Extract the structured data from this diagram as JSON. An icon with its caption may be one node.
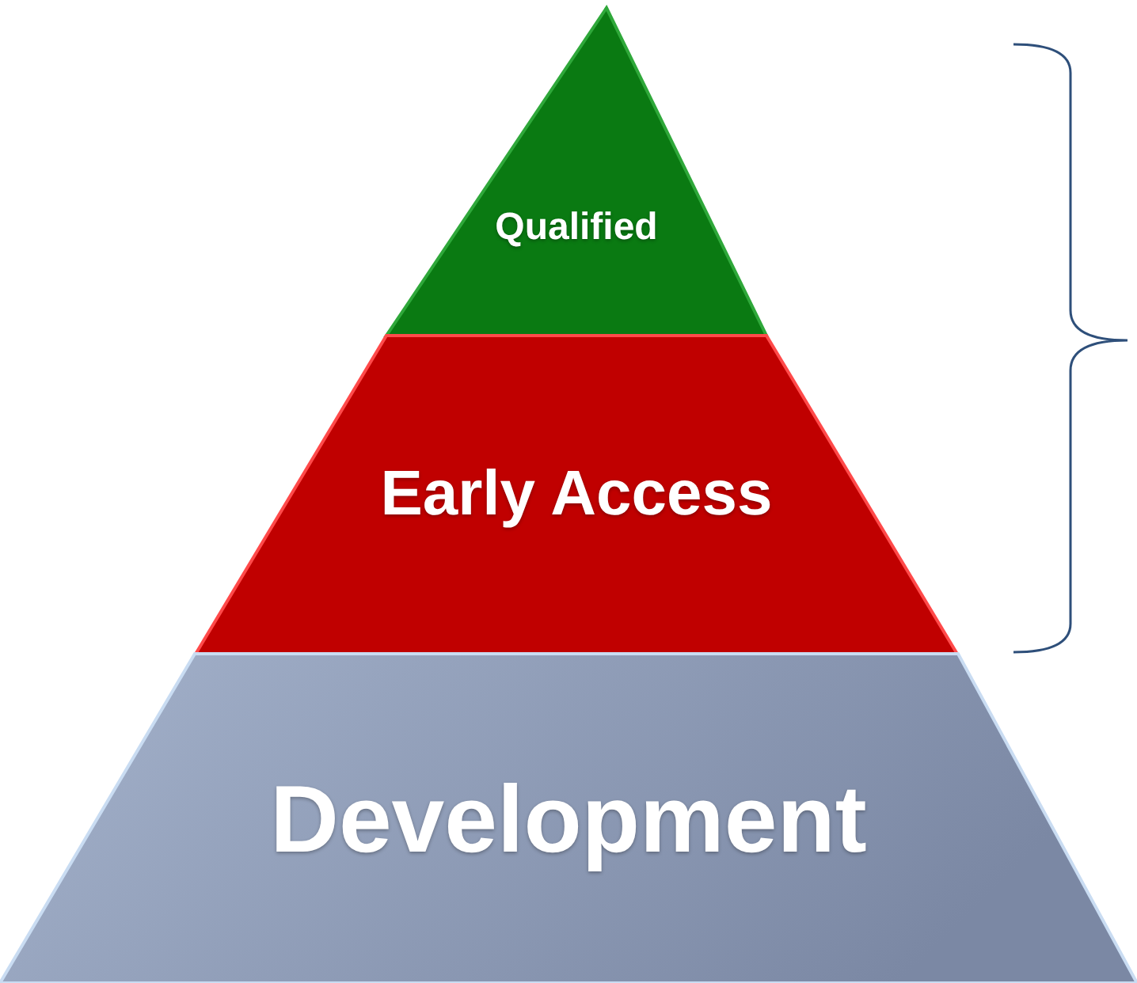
{
  "diagram": {
    "nodes": [
      {
        "text": [
          "Qualified"
        ]
      },
      {
        "text": [
          "Early Access"
        ]
      },
      {
        "text": [
          "Development"
        ]
      }
    ]
  }
}
